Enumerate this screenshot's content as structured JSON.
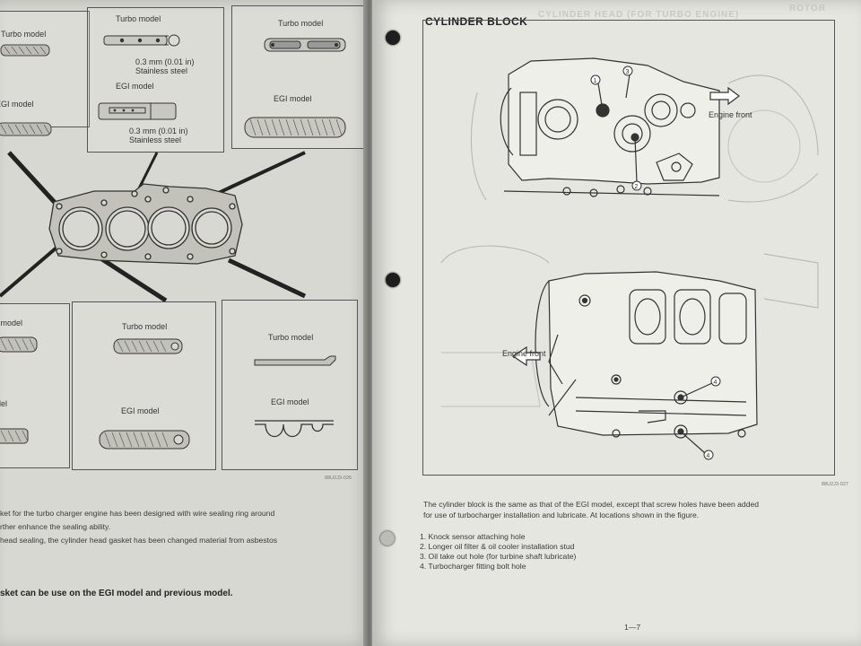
{
  "left_page": {
    "upper_boxes": {
      "box_a": {
        "turbo_label": "Turbo model",
        "egi_label": "EGI model"
      },
      "box_b": {
        "turbo_label": "Turbo model",
        "turbo_spec_1": "0.3 mm (0.01 in)",
        "turbo_spec_2": "Stainless steel",
        "egi_label": "EGI model",
        "egi_spec_1": "0.3 mm (0.01 in)",
        "egi_spec_2": "Stainless steel"
      },
      "box_c": {
        "turbo_label": "Turbo model",
        "egi_label": "EGI model"
      }
    },
    "lower_boxes": {
      "box_d": {
        "turbo_label": "o model",
        "egi_label": "odel"
      },
      "box_e": {
        "turbo_label": "Turbo model",
        "egi_label": "EGI model"
      },
      "box_f": {
        "turbo_label": "Turbo model",
        "egi_label": "EGI model"
      }
    },
    "ref_code": "88U2J3-026",
    "body": {
      "line1": "ket for the turbo charger engine has been designed with wire sealing ring around",
      "line2": "rther enhance the sealing ability.",
      "line3": "head sealing, the cylinder head gasket has been changed material from asbestos",
      "note": "sket can be use on the EGI model and previous model."
    }
  },
  "right_page": {
    "ghost_header_left": "CYLINDER HEAD (FOR TURBO ENGINE)",
    "ghost_header_right": "ROTOR",
    "title": "CYLINDER BLOCK",
    "figure": {
      "engine_front_top": "Engine front",
      "engine_front_bottom": "Engine front",
      "callouts": [
        "1",
        "2",
        "3",
        "4",
        "4"
      ]
    },
    "ref_code": "88U2J3-027",
    "body": {
      "line1": "The cylinder block is the same as that of the EGI model, except that screw holes have been added",
      "line2": "for use of turbocharger installation and lubricate. At locations shown in the figure."
    },
    "list": [
      "1. Knock sensor attaching hole",
      "2. Longer oil filter & oil cooler installation stud",
      "3. Oil take out hole (for turbine shaft lubricate)",
      "4. Turbocharger fitting bolt hole"
    ],
    "page_number": "1—7"
  }
}
